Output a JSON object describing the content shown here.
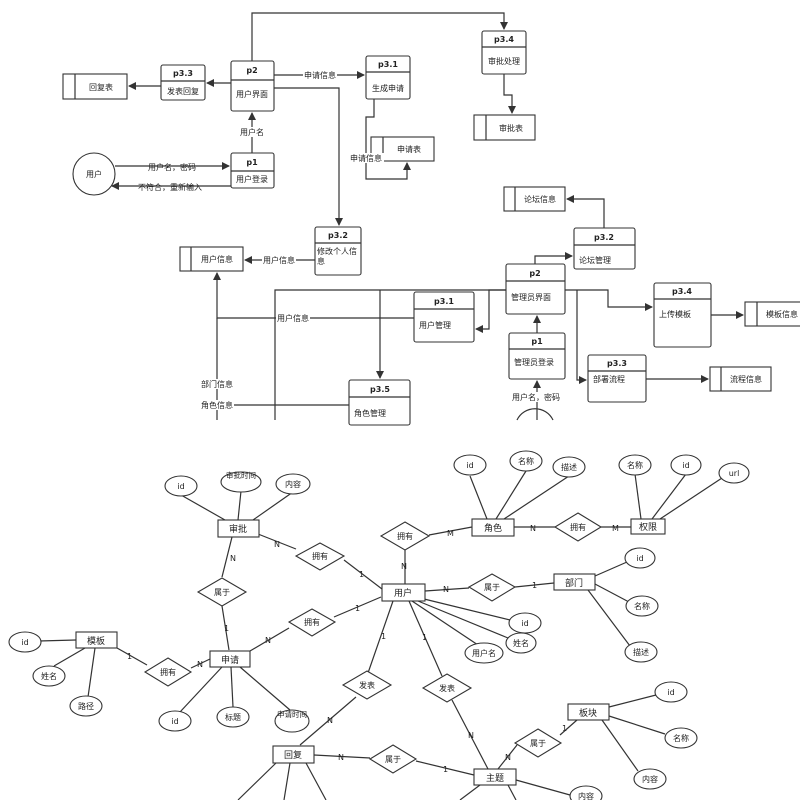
{
  "dfd_top": {
    "user": "用户",
    "p1_id": "p1",
    "p1_name": "用户登录",
    "p2_id": "p2",
    "p2_name": "用户界面",
    "p31_id": "p3.1",
    "p31_name": "生成申请",
    "p32_id": "p3.2",
    "p32_name": "修改个人信息",
    "p33_id": "p3.3",
    "p33_name": "发表回复",
    "p34_id": "p3.4",
    "p34_name": "审批处理",
    "store_reply": "回复表",
    "store_apply": "申请表",
    "store_approve": "审批表",
    "store_userinfo": "用户信息",
    "f_user_pwd": "用户名，密码",
    "f_retry": "不符合，重新输入",
    "f_username": "用户名",
    "f_apply_info": "申请信息",
    "f_apply_info2": "申请信息",
    "f_user_info": "用户信息"
  },
  "dfd_admin": {
    "p1_id": "p1",
    "p1_name": "管理员登录",
    "p2_id": "p2",
    "p2_name": "管理员界面",
    "p31_id": "p3.1",
    "p31_name": "用户管理",
    "p32_id": "p3.2",
    "p32_name": "论坛管理",
    "p33_id": "p3.3",
    "p33_name": "部署流程",
    "p34_id": "p3.4",
    "p34_name": "上传模板",
    "p35_id": "p3.5",
    "p35_name": "角色管理",
    "store_forum": "论坛信息",
    "store_template": "模板信息",
    "store_flow": "流程信息",
    "f_user_info": "用户信息",
    "f_dept_info": "部门信息",
    "f_role_info": "角色信息",
    "f_user_pwd": "用户名，密码"
  },
  "er": {
    "e_approve": "审批",
    "e_role": "角色",
    "e_perm": "权限",
    "e_user": "用户",
    "e_dept": "部门",
    "e_template": "模板",
    "e_apply": "申请",
    "e_reply": "回复",
    "e_section": "板块",
    "e_topic": "主题",
    "r_has1": "拥有",
    "r_has2": "拥有",
    "r_has3": "拥有",
    "r_has4": "拥有",
    "r_has5": "拥有",
    "r_belong1": "属于",
    "r_belong2": "属于",
    "r_belong3": "属于",
    "r_belong4": "属于",
    "r_post1": "发表",
    "r_post2": "发表",
    "a_appr_id": "id",
    "a_appr_time": "审批时间",
    "a_appr_content": "内容",
    "a_role_id": "id",
    "a_role_name": "名称",
    "a_role_desc": "描述",
    "a_perm_name": "名称",
    "a_perm_id": "id",
    "a_perm_url": "url",
    "a_dept_id": "id",
    "a_dept_name": "名称",
    "a_dept_desc": "描述",
    "a_user_id": "id",
    "a_user_name": "姓名",
    "a_user_login": "用户名",
    "a_tpl_id": "id",
    "a_tpl_name": "姓名",
    "a_tpl_path": "路径",
    "a_apply_id": "id",
    "a_apply_title": "标题",
    "a_apply_time": "申请时间",
    "a_sec_id": "id",
    "a_sec_name": "名称",
    "a_sec_content": "内容",
    "a_topic_content": "内容",
    "c_N": "N",
    "c_M": "M",
    "c_1": "1"
  }
}
